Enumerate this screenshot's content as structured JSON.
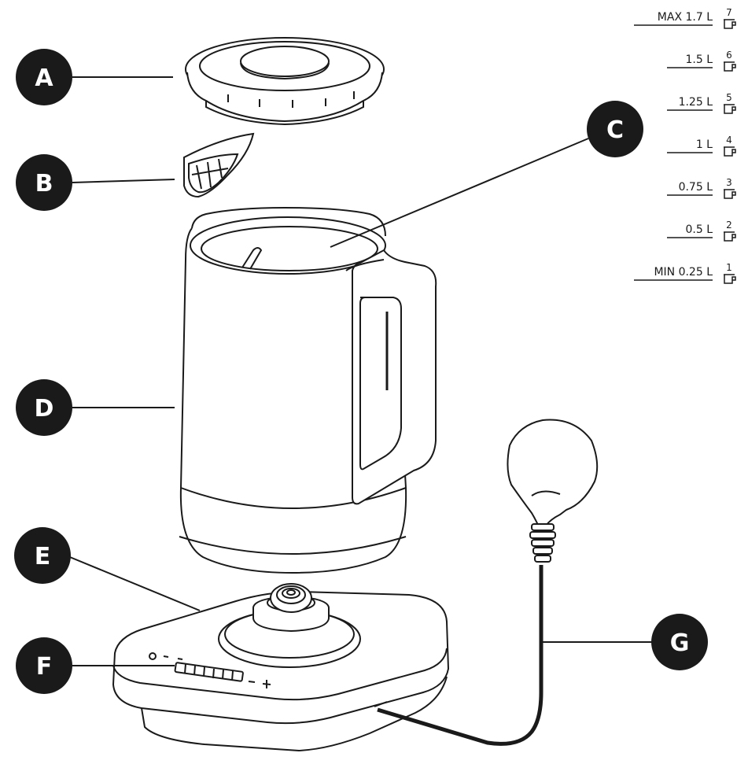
{
  "callouts": {
    "A": "A",
    "B": "B",
    "C": "C",
    "D": "D",
    "E": "E",
    "F": "F",
    "G": "G"
  },
  "fill_scale": [
    {
      "prefix": "MAX",
      "volume": "1.7 L",
      "cups": "7"
    },
    {
      "prefix": "",
      "volume": "1.5 L",
      "cups": "6"
    },
    {
      "prefix": "",
      "volume": "1.25 L",
      "cups": "5"
    },
    {
      "prefix": "",
      "volume": "1 L",
      "cups": "4"
    },
    {
      "prefix": "",
      "volume": "0.75 L",
      "cups": "3"
    },
    {
      "prefix": "",
      "volume": "0.5 L",
      "cups": "2"
    },
    {
      "prefix": "MIN",
      "volume": "0.25 L",
      "cups": "1"
    }
  ],
  "colors": {
    "line": "#1a1a1a",
    "callout_fill": "#1a1a1a"
  }
}
